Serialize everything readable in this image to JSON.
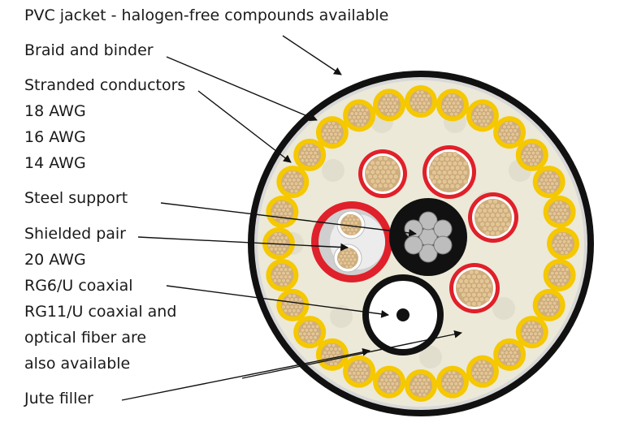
{
  "labels": {
    "jacket": "PVC jacket - halogen-free compounds available",
    "braid": "Braid and binder",
    "stranded": "Stranded conductors",
    "awg18": "18 AWG",
    "awg16": "16 AWG",
    "awg14": "14 AWG",
    "steel": "Steel support",
    "shielded": "Shielded pair",
    "awg20": "20 AWG",
    "rg6": "RG6/U coaxial",
    "rg11_1": "RG11/U coaxial and",
    "rg11_2": "optical fiber are",
    "rg11_3": "also available",
    "jute": "Jute filler"
  },
  "colors": {
    "jacket": "#111111",
    "braid": "#d8d8d8",
    "filler": "#ece9d8",
    "yellow_ring": "#f5c800",
    "copper": "#e3c596",
    "red_ring": "#e0202a",
    "steel_core": "#111111",
    "steel_wire": "#bdbdbd",
    "coax_dielectric": "#ffffff"
  }
}
